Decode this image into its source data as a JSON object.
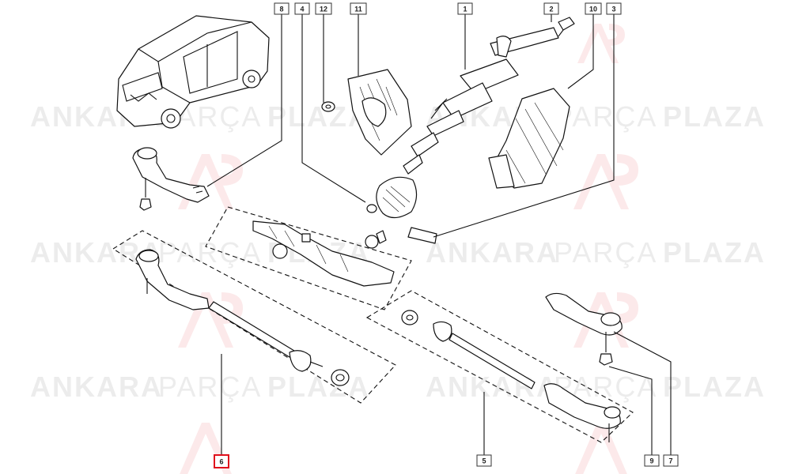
{
  "watermark": {
    "bold_left": "ANKARA",
    "light_mid": "PARÇA",
    "bold_right": "PLAZA",
    "logo_letters": "AP"
  },
  "callouts": [
    {
      "id": "1",
      "label": "1"
    },
    {
      "id": "2",
      "label": "2"
    },
    {
      "id": "3",
      "label": "3"
    },
    {
      "id": "4",
      "label": "4"
    },
    {
      "id": "5",
      "label": "5"
    },
    {
      "id": "6",
      "label": "6",
      "highlight": true
    },
    {
      "id": "7",
      "label": "7"
    },
    {
      "id": "8",
      "label": "8"
    },
    {
      "id": "9",
      "label": "9"
    },
    {
      "id": "10",
      "label": "10"
    },
    {
      "id": "11",
      "label": "11"
    },
    {
      "id": "12",
      "label": "12"
    }
  ],
  "colors": {
    "line": "#111111",
    "callout_border": "#333333",
    "highlight": "#e0101c",
    "watermark": "#000000",
    "logo": "#d9262c"
  }
}
